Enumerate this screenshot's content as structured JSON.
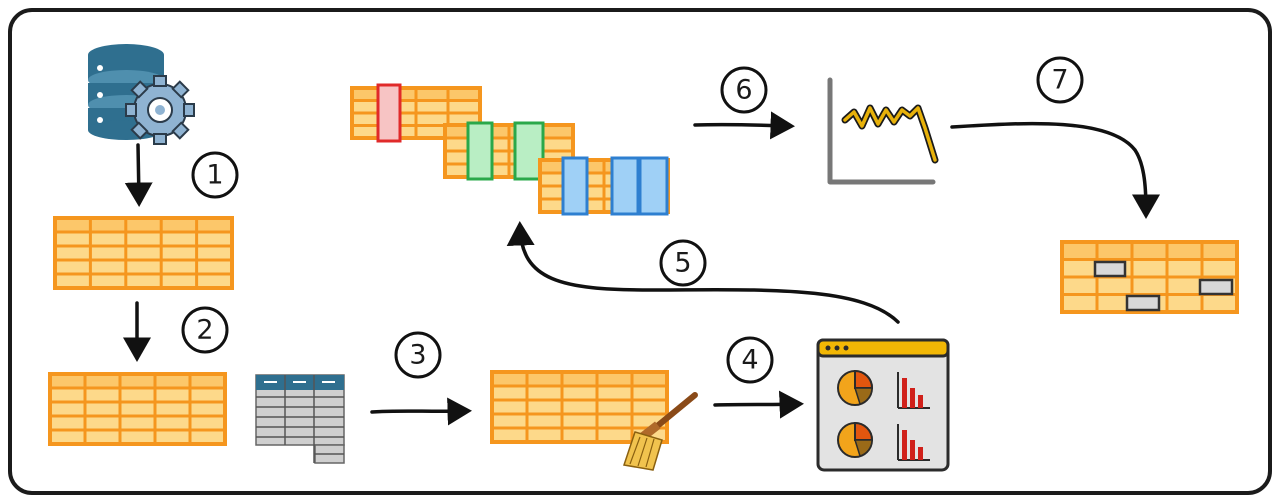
{
  "colors": {
    "frame": "#1b1b1b",
    "table_fill": "#fdd98a",
    "table_line": "#f5961e",
    "red_col": "#e02a2a",
    "green_col": "#2aa84a",
    "blue_col": "#2e7fd0",
    "db": "#2f6f8f",
    "gear": "#8fb3d2",
    "dashboard_header": "#f2b705",
    "pie_a": "#f2a41b",
    "pie_b": "#e3560e",
    "bars": "#d0201a",
    "chart_line": "#e7b10a",
    "axis": "#777777",
    "marker": "#d8d8d8",
    "schema_header": "#2f6f8f",
    "schema_body": "#cfcfcf"
  },
  "steps": [
    {
      "label": "1"
    },
    {
      "label": "2"
    },
    {
      "label": "3"
    },
    {
      "label": "4"
    },
    {
      "label": "5"
    },
    {
      "label": "6"
    },
    {
      "label": "7"
    }
  ],
  "icons": {
    "database": "database-gear-icon",
    "schema": "schema-grid-icon",
    "broom": "broom-icon",
    "dashboard": "dashboard-icon",
    "line_chart": "line-chart-icon"
  }
}
